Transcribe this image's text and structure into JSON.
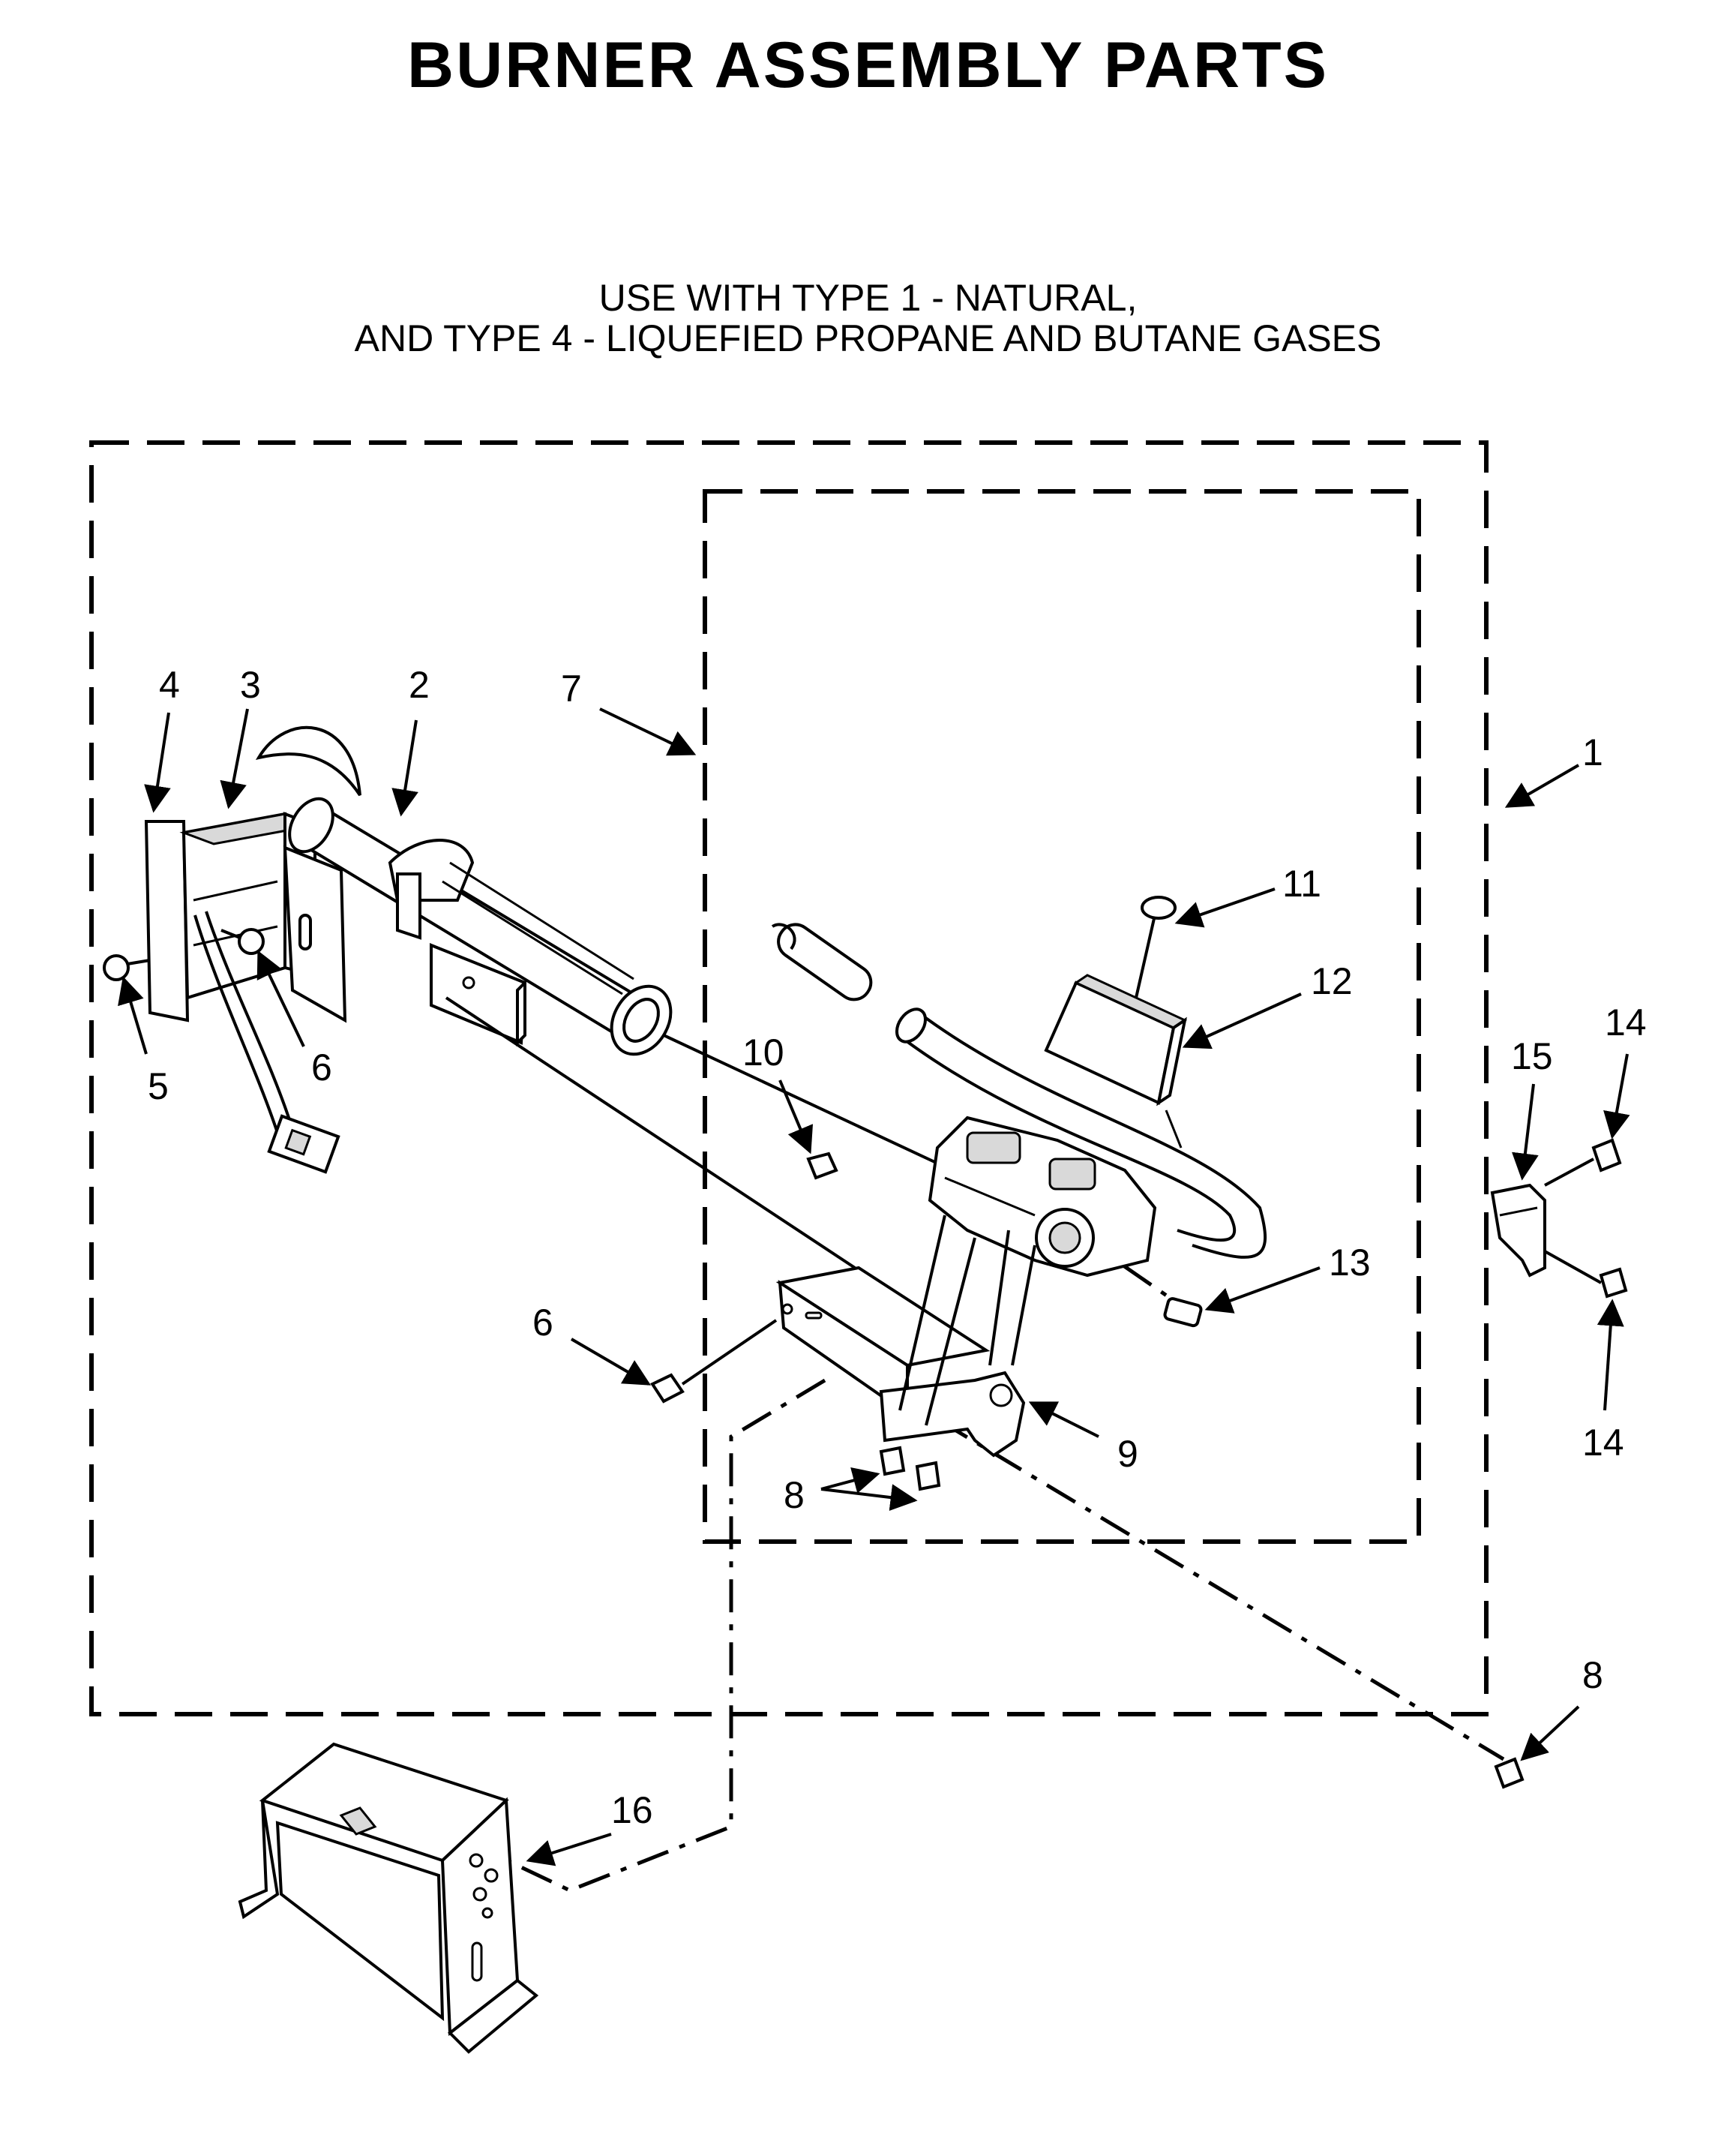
{
  "title": "BURNER ASSEMBLY PARTS",
  "subtitle_line1": "USE WITH TYPE 1 - NATURAL,",
  "subtitle_line2": "AND TYPE 4 - LIQUEFIED PROPANE AND BUTANE GASES",
  "callouts": {
    "c1": "1",
    "c2": "2",
    "c3": "3",
    "c4": "4",
    "c5": "5",
    "c6a": "6",
    "c6b": "6",
    "c7": "7",
    "c8a": "8",
    "c8b": "8",
    "c9": "9",
    "c10": "10",
    "c11": "11",
    "c12": "12",
    "c13": "13",
    "c14a": "14",
    "c14b": "14",
    "c15": "15",
    "c16": "16"
  }
}
